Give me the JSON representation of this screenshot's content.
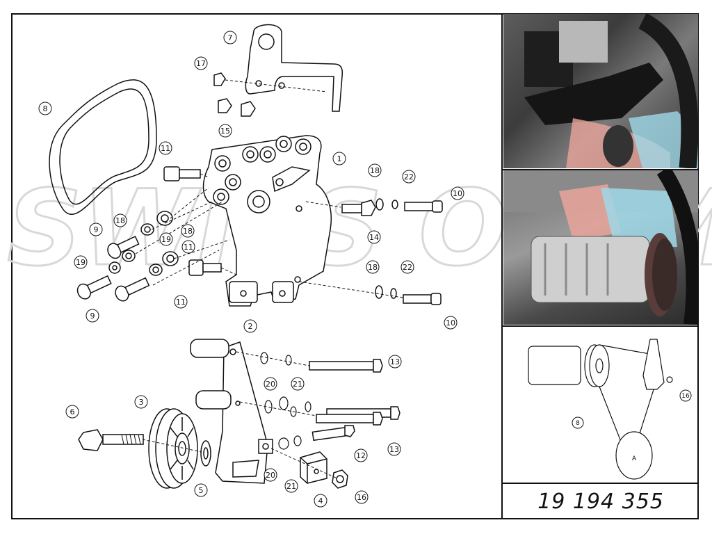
{
  "document": {
    "part_number": "19 194 355",
    "watermark": "SWISS OHIM",
    "callouts": [
      "1",
      "2",
      "3",
      "4",
      "5",
      "6",
      "7",
      "8",
      "9",
      "9",
      "10",
      "10",
      "11",
      "11",
      "12",
      "13",
      "13",
      "14",
      "15",
      "16",
      "17",
      "18",
      "18",
      "18",
      "18",
      "19",
      "19",
      "20",
      "20",
      "21",
      "21",
      "22",
      "22"
    ],
    "inset_labels": {
      "belt": "8",
      "nut": "16",
      "pulley": "A"
    }
  },
  "photos": {
    "top_alt": "engine bay compressor bracket photo",
    "middle_alt": "compressor with belt pulley photo"
  },
  "colors": {
    "line": "#111111",
    "highlight_red": "#e9a49a",
    "highlight_blue": "#9fd8e8",
    "watermark": "#d8d8d8"
  }
}
